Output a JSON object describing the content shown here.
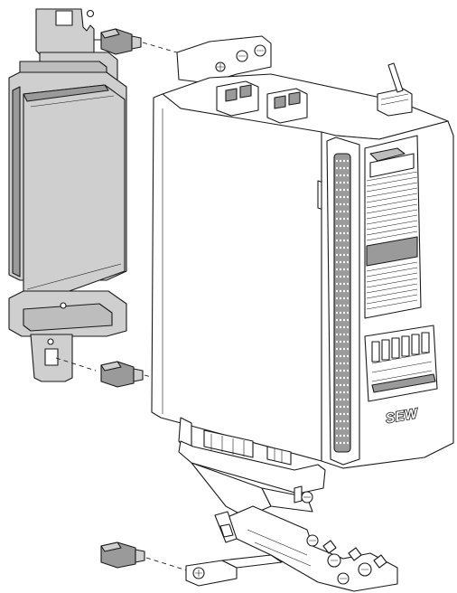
{
  "diagram": {
    "brand_label": "SEW",
    "colors": {
      "line": "#1a1a1a",
      "panel_gray": "#cfcfcf",
      "dark_gray": "#9a9a9a",
      "body_white": "#ffffff"
    },
    "icons": [
      "mounting-plate",
      "standoff-bolt",
      "inverter-housing",
      "shield-clamp",
      "screw-terminal"
    ]
  }
}
